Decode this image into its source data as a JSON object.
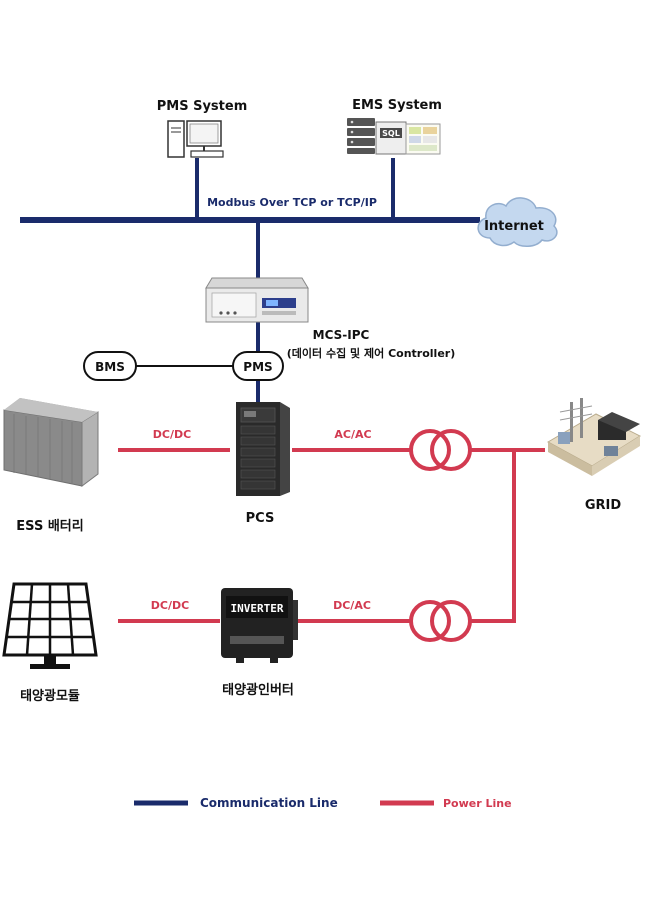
{
  "nodes": {
    "pms_system": "PMS System",
    "ems_system": "EMS System",
    "sql_tag": "SQL",
    "internet": "Internet",
    "mcs_ipc_title": "MCS-IPC",
    "mcs_ipc_subtitle": "(데이터 수집 및 제어 Controller)",
    "bms": "BMS",
    "pms": "PMS",
    "ess_battery": "ESS 배터리",
    "pcs": "PCS",
    "grid": "GRID",
    "solar_module": "태양광모듈",
    "inverter_label": "태양광인버터",
    "inverter_badge": "INVERTER"
  },
  "links": {
    "bus": "Modbus Over TCP or TCP/IP",
    "ess_pcs": "DC/DC",
    "pcs_grid": "AC/AC",
    "solar_inverter": "DC/DC",
    "inverter_grid": "DC/AC"
  },
  "legend": {
    "communication": "Communication Line",
    "power": "Power Line"
  },
  "colors": {
    "communication": "#1a2b6b",
    "power": "#d23a50",
    "background": "#ffffff"
  }
}
